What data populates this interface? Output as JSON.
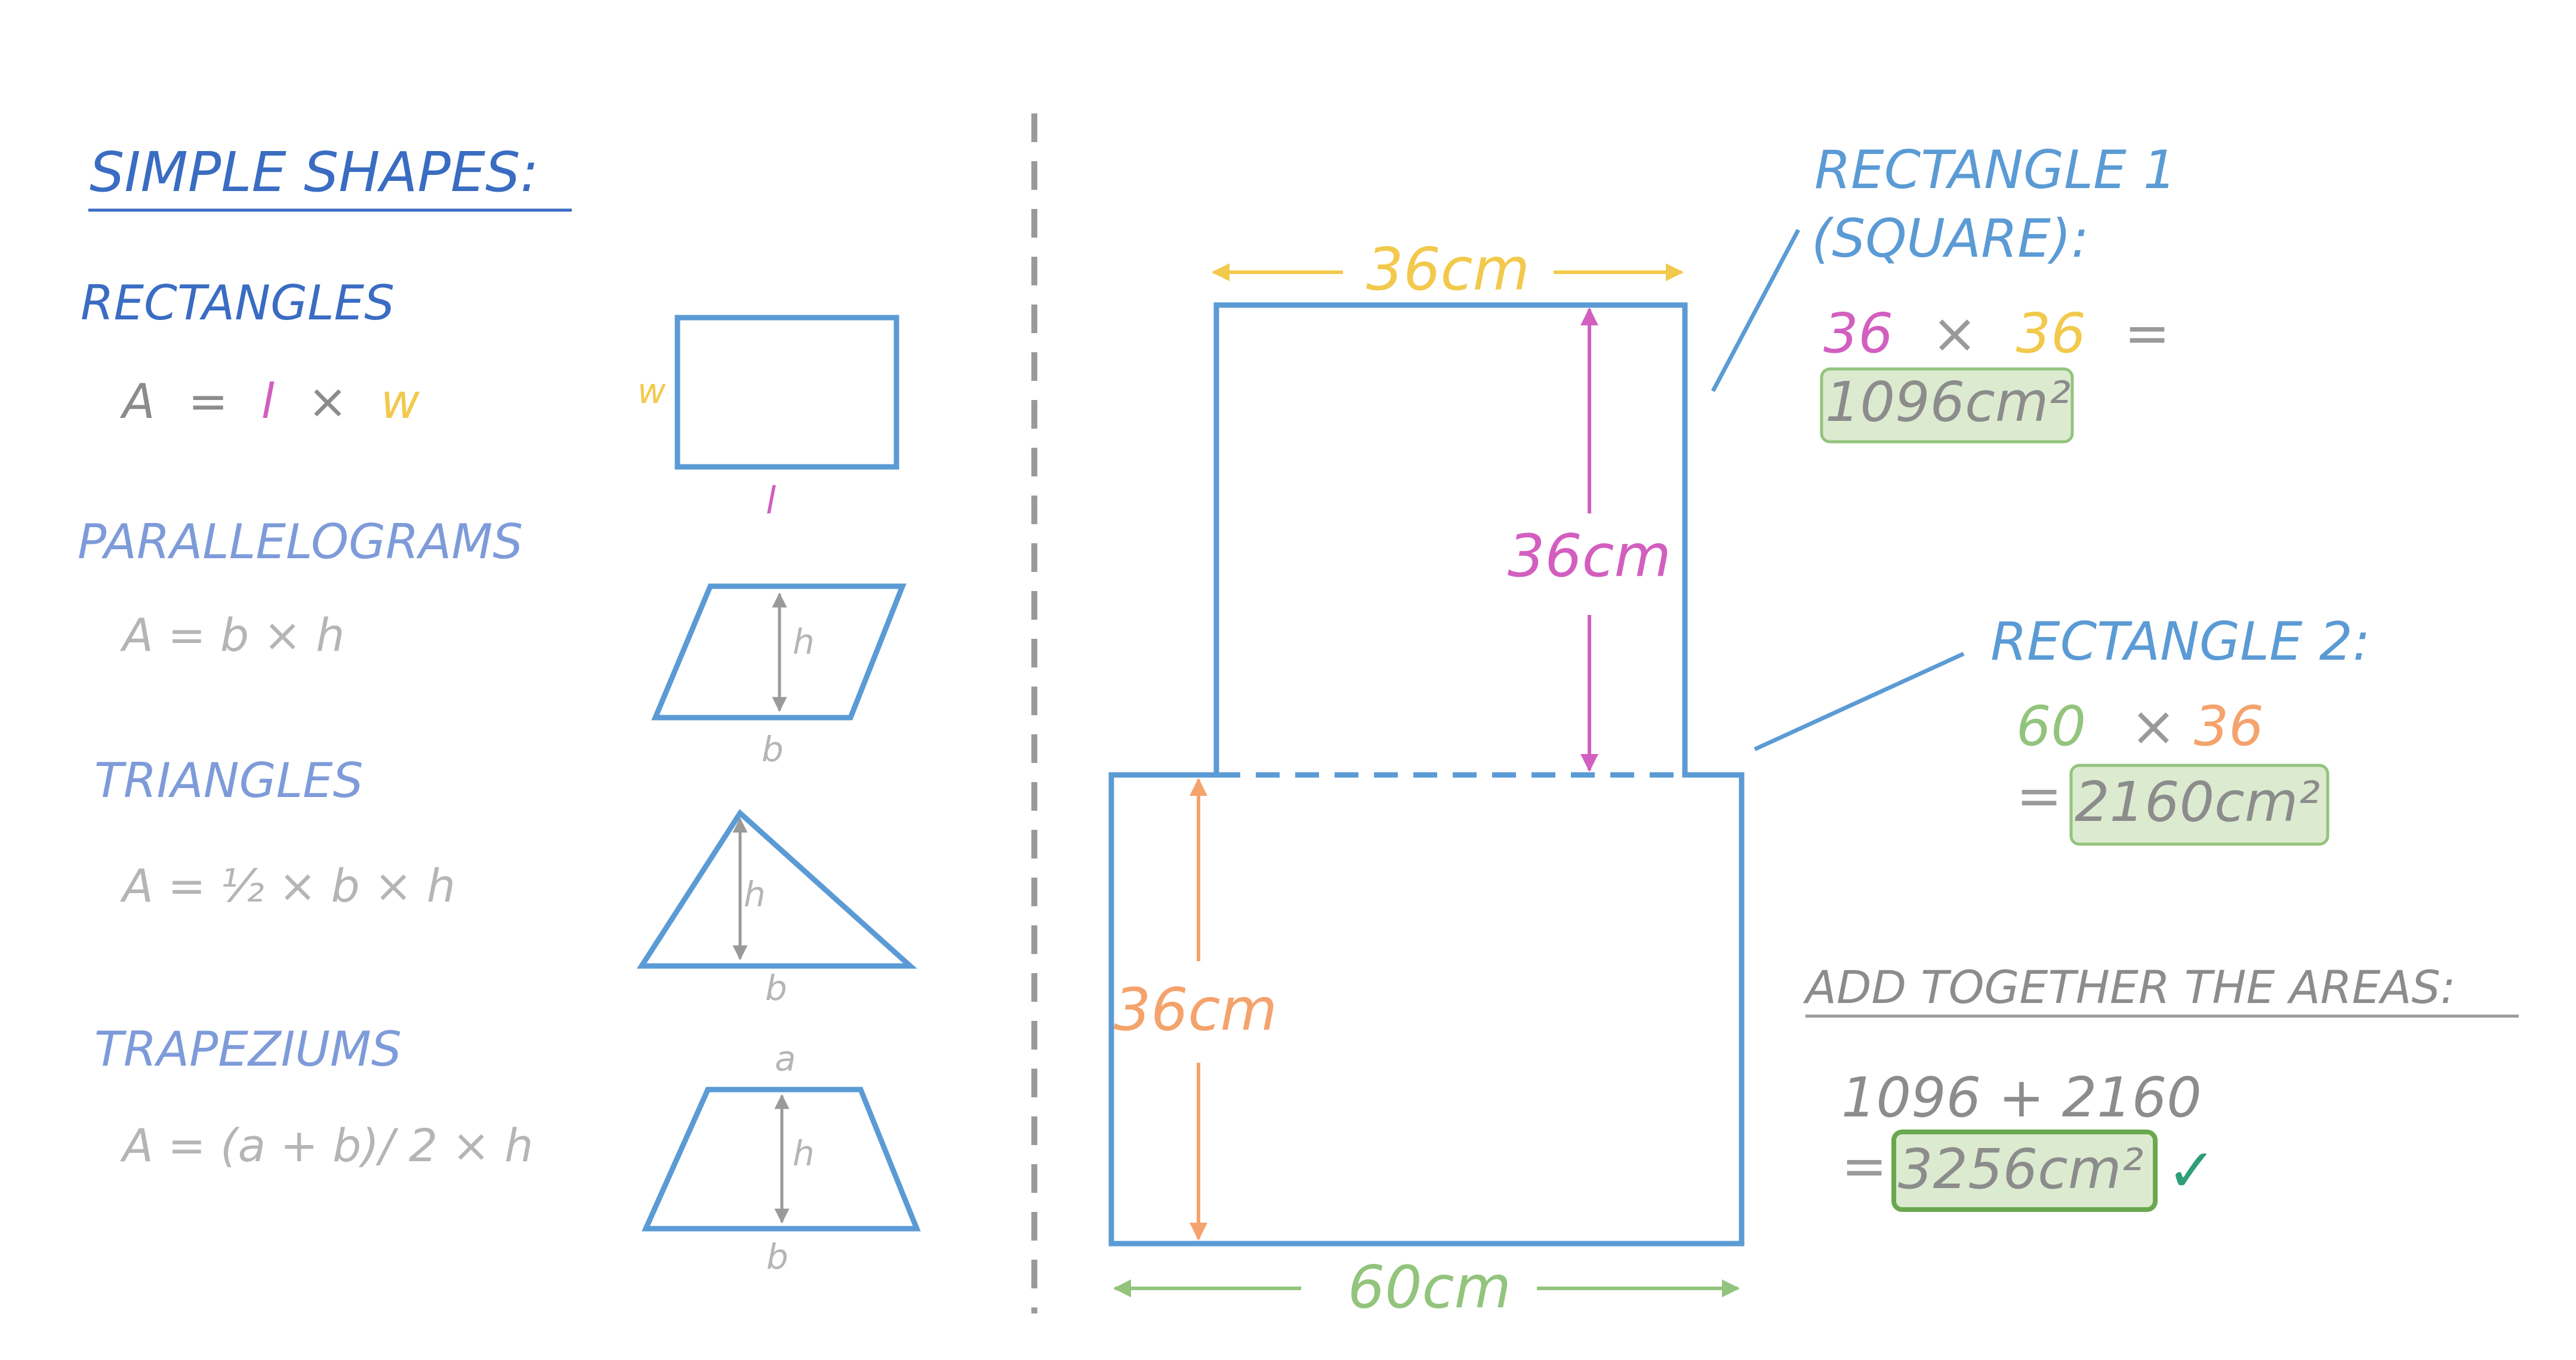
{
  "colors": {
    "shape_blue": "#5b9bd5",
    "title_blue": "#3a6cc2",
    "light_blue": "#7e9bd9",
    "grey": "#8c8c8c",
    "light_grey": "#b5b5b5",
    "pink": "#d25fbf",
    "yellow": "#f2c94c",
    "orange": "#f4a36c",
    "green": "#93c47d",
    "answer_fill": "#dcebd0",
    "answer_border": "#93c47d",
    "final_border": "#6aa84f",
    "check": "#2e9e7a"
  },
  "left": {
    "title": "SIMPLE  SHAPES:",
    "rectangles": {
      "heading": "RECTANGLES",
      "formula": {
        "a": "A",
        "eq": "=",
        "l": "l",
        "x": "×",
        "w": "w"
      },
      "label_w": "w",
      "label_l": "l"
    },
    "parallelograms": {
      "heading": "PARALLELOGRAMS",
      "formula": "A = b × h",
      "label_h": "h",
      "label_b": "b"
    },
    "triangles": {
      "heading": "TRIANGLES",
      "formula": "A = ½ × b × h",
      "label_h": "h",
      "label_b": "b"
    },
    "trapeziums": {
      "heading": "TRAPEZIUMS",
      "formula": "A = (a + b)/ 2 × h",
      "label_a": "a",
      "label_h": "h",
      "label_b": "b"
    }
  },
  "figure": {
    "top_width": "36cm",
    "square_height": "36cm",
    "lower_height": "36cm",
    "bottom_width": "60cm"
  },
  "right": {
    "rect1": {
      "heading_line1": "RECTANGLE 1",
      "heading_line2": "(SQUARE):",
      "n1": "36",
      "times": "×",
      "n2": "36",
      "eq": "=",
      "answer": "1096cm²"
    },
    "rect2": {
      "heading": "RECTANGLE 2:",
      "n1": "60",
      "times": "×",
      "n2": "36",
      "eq": "=",
      "answer": "2160cm²"
    },
    "total": {
      "heading": "ADD TOGETHER THE AREAS:",
      "sum": "1096 + 2160",
      "eq": "=",
      "answer": "3256cm²",
      "check": "✓"
    }
  }
}
